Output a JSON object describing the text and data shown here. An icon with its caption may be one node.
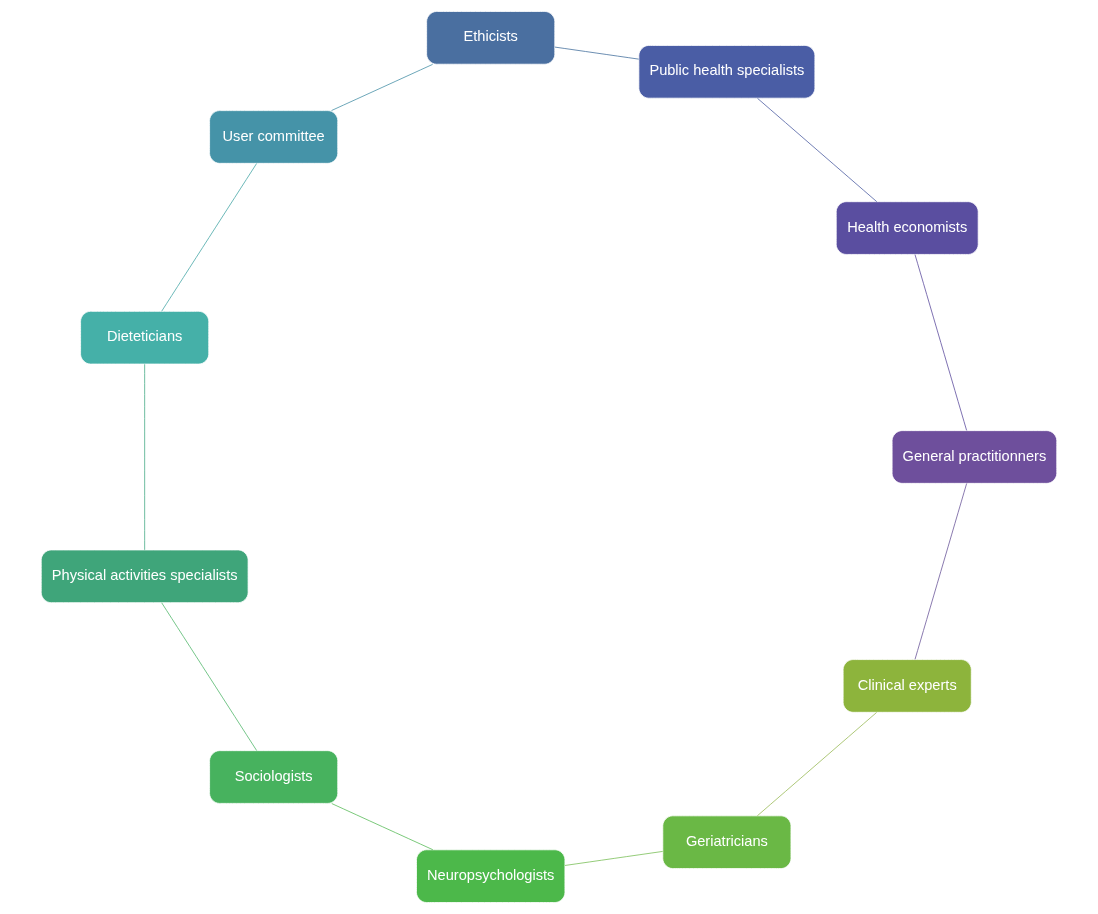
{
  "diagram": {
    "nodes": [
      {
        "text": [
          "Clinical experts"
        ]
      },
      {
        "text": [
          "Geriatricians"
        ]
      },
      {
        "text": [
          "Neuropsychologists"
        ]
      },
      {
        "text": [
          "Sociologists"
        ]
      },
      {
        "text": [
          "Physical activities specialists"
        ]
      },
      {
        "text": [
          "Dieteticians"
        ]
      },
      {
        "text": [
          "User committee"
        ]
      },
      {
        "text": [
          "Ethicists"
        ]
      },
      {
        "text": [
          "Public health specialists"
        ]
      },
      {
        "text": [
          "Health economists"
        ]
      },
      {
        "text": [
          "General practitionners"
        ]
      }
    ],
    "edges": [
      {
        "from": 0,
        "to": 1,
        "arrow": "none",
        "color": "#9bbb59"
      },
      {
        "from": 1,
        "to": 2,
        "arrow": "none",
        "color": "#7cc05a"
      },
      {
        "from": 2,
        "to": 3,
        "arrow": "none",
        "color": "#5cbc5c"
      },
      {
        "from": 3,
        "to": 4,
        "arrow": "none",
        "color": "#55b86e"
      },
      {
        "from": 4,
        "to": 5,
        "arrow": "none",
        "color": "#4bac8a"
      },
      {
        "from": 5,
        "to": 6,
        "arrow": "none",
        "color": "#4aa8a8"
      },
      {
        "from": 6,
        "to": 7,
        "arrow": "none",
        "color": "#4a92a8"
      },
      {
        "from": 7,
        "to": 8,
        "arrow": "none",
        "color": "#4a74a0"
      },
      {
        "from": 8,
        "to": 9,
        "arrow": "none",
        "color": "#5060a4"
      },
      {
        "from": 9,
        "to": 10,
        "arrow": "none",
        "color": "#6150a0"
      },
      {
        "from": 10,
        "to": 0,
        "arrow": "none",
        "color": "#6e5a9c"
      }
    ]
  }
}
